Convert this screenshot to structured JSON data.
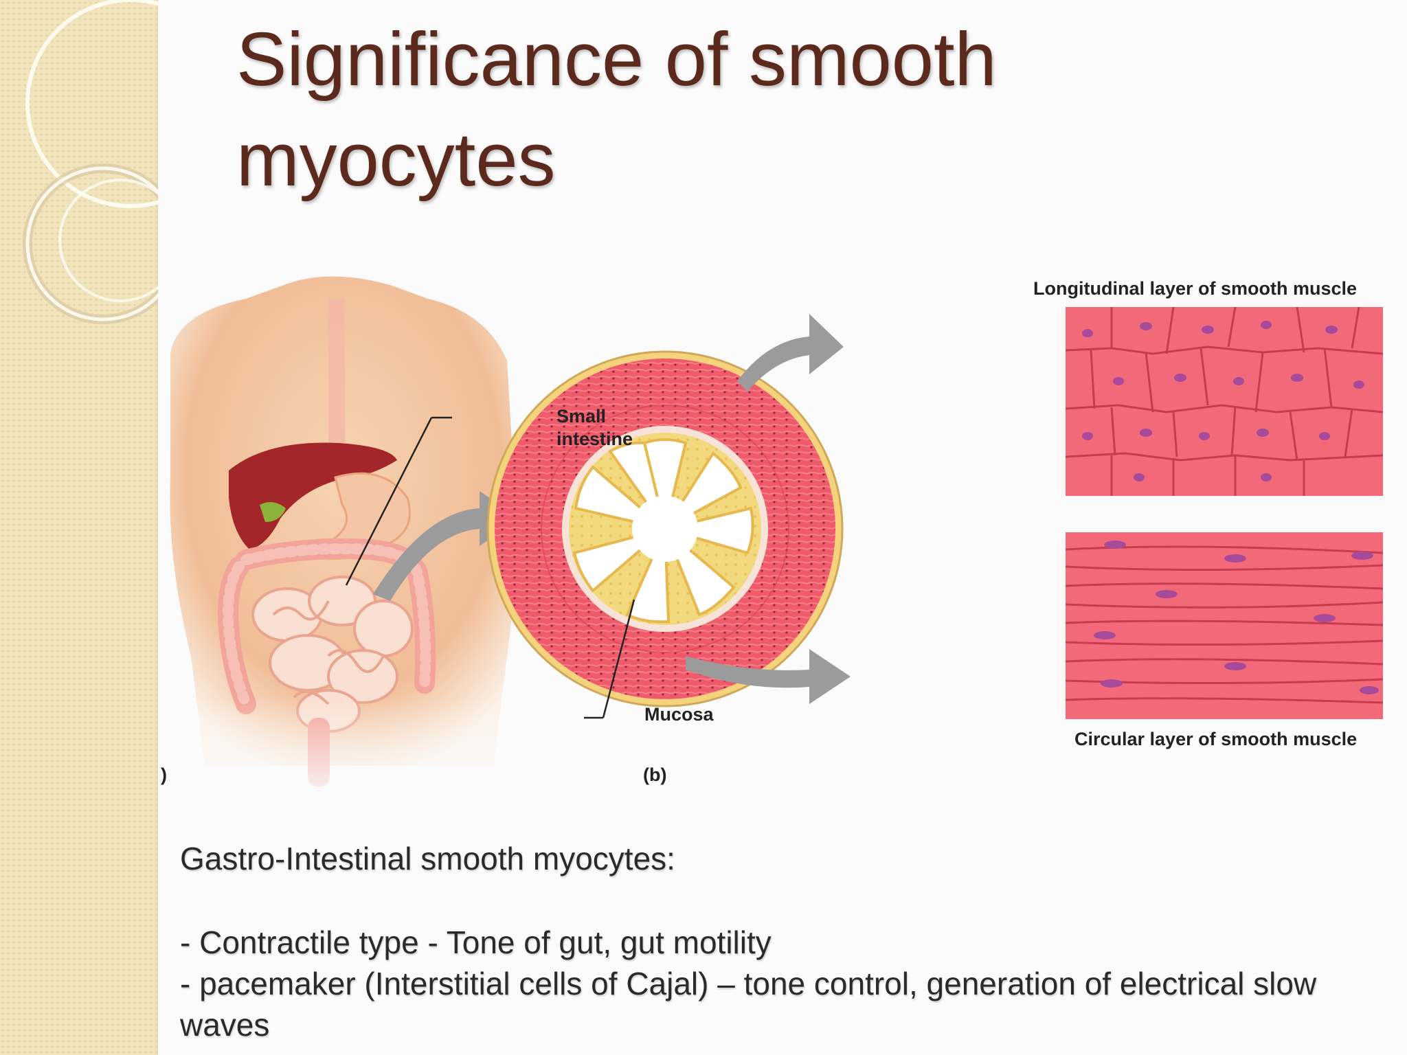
{
  "slide": {
    "title_line1": "Significance of smooth",
    "title_line2": "myocytes"
  },
  "figure": {
    "label_small_intestine_1": "Small",
    "label_small_intestine_2": "intestine",
    "label_mucosa": "Mucosa",
    "label_longitudinal": "Longitudinal layer of smooth muscle",
    "label_circular": "Circular layer of smooth muscle",
    "label_panel_b": "(b)",
    "label_panel_a_fragment": ")"
  },
  "body": {
    "heading": "Gastro-Intestinal smooth myocytes:",
    "bullet1": "- Contractile type - Tone of gut, gut motility",
    "bullet2": "- pacemaker (Interstitial cells of Cajal) – tone control, generation of  electrical slow waves"
  },
  "colors": {
    "title": "#5b2a1c",
    "sidebar": "#f1e4bd",
    "muscle": "#ef5d6e",
    "mucosa": "#f1d779"
  }
}
